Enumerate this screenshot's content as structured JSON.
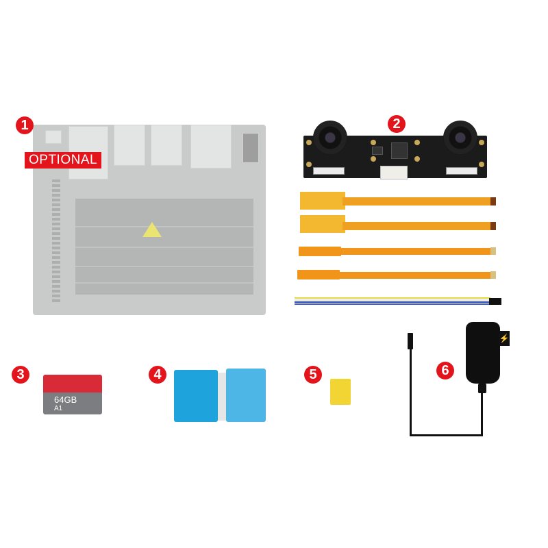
{
  "items": [
    {
      "number": "1",
      "name": "Developer board",
      "tag": "OPTIONAL",
      "faded": true
    },
    {
      "number": "2",
      "name": "Stereo camera module (dual lens)"
    },
    {
      "number": "3",
      "name": "MicroSD card",
      "capacity": "64GB",
      "marks": "A1"
    },
    {
      "number": "4",
      "name": "Heat-sink / thermal pad (blue)"
    },
    {
      "number": "5",
      "name": "Jumper cap (yellow)"
    },
    {
      "number": "6",
      "name": "Power adapter"
    }
  ],
  "cables": [
    {
      "type": "FFC",
      "color": "#f0a020"
    },
    {
      "type": "FFC",
      "color": "#f0a020"
    },
    {
      "type": "FFC",
      "color": "#f0a020"
    },
    {
      "type": "FFC",
      "color": "#f0a020"
    },
    {
      "type": "4-pin jumper wire",
      "colors": [
        "#f0e040",
        "#ffffff",
        "#2a4ab0",
        "#2a7a40"
      ]
    }
  ],
  "colors": {
    "badge": "#e3141b",
    "background": "#ffffff"
  }
}
